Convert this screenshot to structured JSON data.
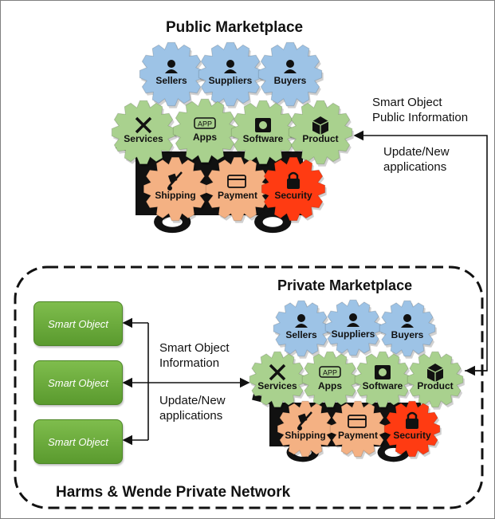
{
  "public": {
    "title": "Public Marketplace",
    "row1": [
      "Sellers",
      "Suppliers",
      "Buyers"
    ],
    "row2": [
      "Services",
      "Apps",
      "Software",
      "Product"
    ],
    "row3": [
      "Shipping",
      "Payment",
      "Security"
    ]
  },
  "private": {
    "title": "Private Marketplace",
    "row1": [
      "Sellers",
      "Suppliers",
      "Buyers"
    ],
    "row2": [
      "Services",
      "Apps",
      "Software",
      "Product"
    ],
    "row3": [
      "Shipping",
      "Payment",
      "Security"
    ]
  },
  "app_badge": "APP",
  "right_labels": {
    "info_line1": "Smart Object",
    "info_line2": "Public Information",
    "update_line1": "Update/New",
    "update_line2": "applications"
  },
  "left_labels": {
    "info_line1": "Smart Object",
    "info_line2": "Information",
    "update_line1": "Update/New",
    "update_line2": "applications"
  },
  "smart_objects": [
    "Smart Object",
    "Smart Object",
    "Smart Object"
  ],
  "network_label": "Harms & Wende Private Network",
  "colors": {
    "blue_gear": "#9dc3e6",
    "green_gear": "#a9d18e",
    "orange_gear": "#f4b183",
    "red_gear": "#ff3b12",
    "smart_object": "#6aab3c"
  }
}
